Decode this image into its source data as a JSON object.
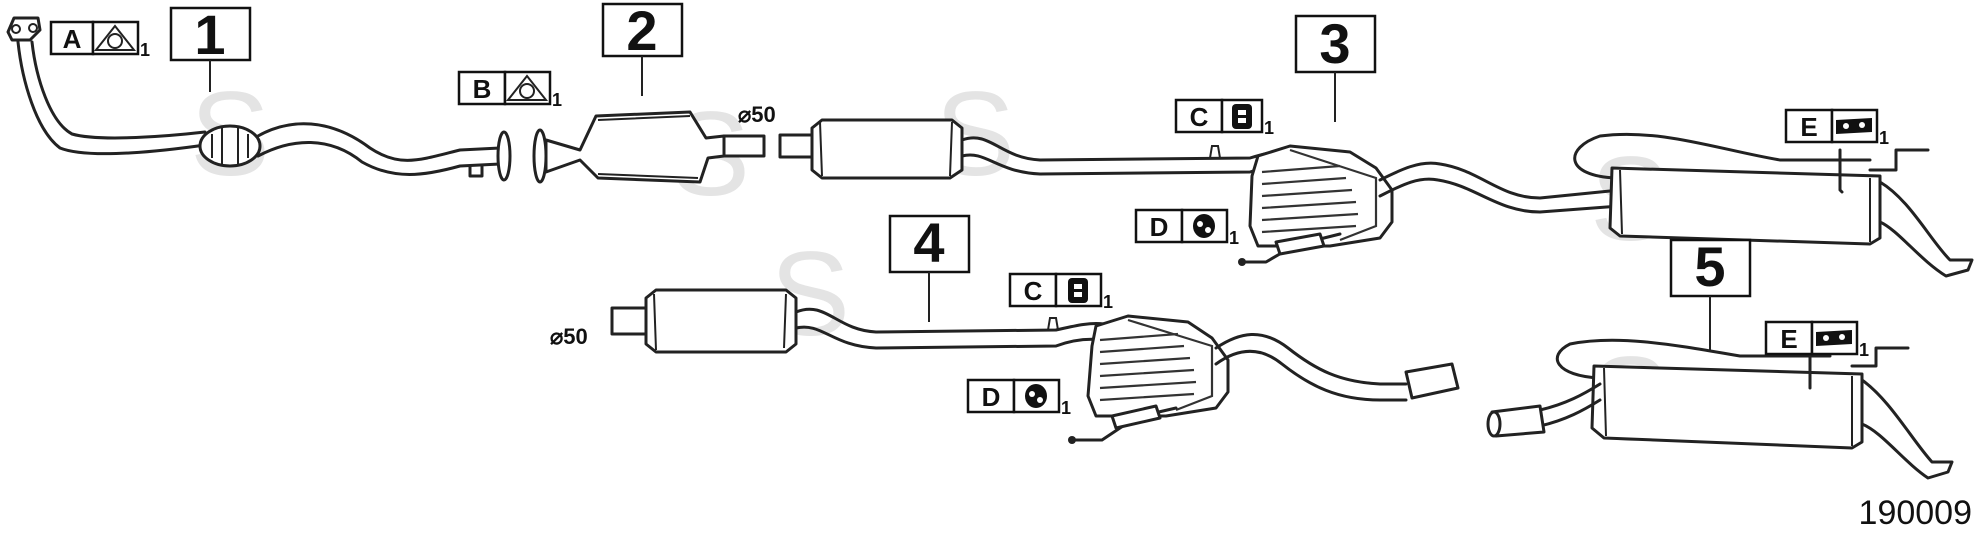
{
  "diagram": {
    "figure_id": "190009",
    "watermark": "S",
    "parts": [
      {
        "number": "1"
      },
      {
        "number": "2"
      },
      {
        "number": "3"
      },
      {
        "number": "4"
      },
      {
        "number": "5"
      }
    ],
    "fittings": [
      {
        "letter": "A",
        "qty": "1",
        "icon": "gasket-icon"
      },
      {
        "letter": "B",
        "qty": "1",
        "icon": "gasket-icon"
      },
      {
        "letter": "C",
        "qty": "1",
        "icon": "clamp-bracket-icon"
      },
      {
        "letter": "D",
        "qty": "1",
        "icon": "rubber-hanger-icon"
      },
      {
        "letter": "C",
        "qty": "1",
        "icon": "clamp-bracket-icon"
      },
      {
        "letter": "D",
        "qty": "1",
        "icon": "rubber-hanger-icon"
      },
      {
        "letter": "E",
        "qty": "1",
        "icon": "rubber-mount-icon"
      },
      {
        "letter": "E",
        "qty": "1",
        "icon": "rubber-mount-icon"
      }
    ],
    "dimensions": [
      {
        "text": "⌀50"
      },
      {
        "text": "⌀50"
      }
    ]
  }
}
